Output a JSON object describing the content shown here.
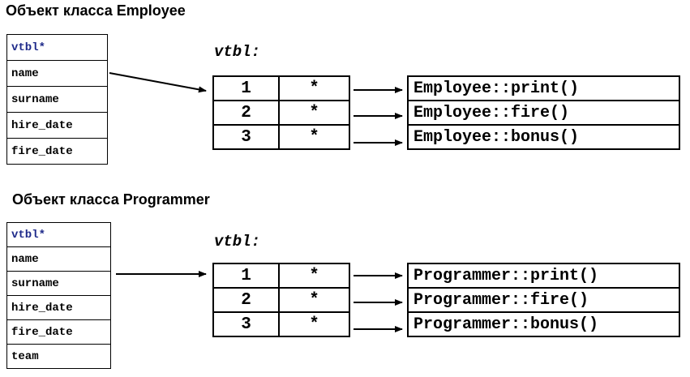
{
  "employee": {
    "heading": "Объект класса Employee",
    "fields": [
      "vtbl*",
      "name",
      "surname",
      "hire_date",
      "fire_date"
    ],
    "vtbl_label": "vtbl:",
    "vtable": [
      {
        "index": "1",
        "ptr": "*",
        "method": "Employee::print()"
      },
      {
        "index": "2",
        "ptr": "*",
        "method": "Employee::fire()"
      },
      {
        "index": "3",
        "ptr": "*",
        "method": "Employee::bonus()"
      }
    ]
  },
  "programmer": {
    "heading": "Объект класса Programmer",
    "fields": [
      "vtbl*",
      "name",
      "surname",
      "hire_date",
      "fire_date",
      "team"
    ],
    "vtbl_label": "vtbl:",
    "vtable": [
      {
        "index": "1",
        "ptr": "*",
        "method": "Programmer::print()"
      },
      {
        "index": "2",
        "ptr": "*",
        "method": "Programmer::fire()"
      },
      {
        "index": "3",
        "ptr": "*",
        "method": "Programmer::bonus()"
      }
    ]
  }
}
